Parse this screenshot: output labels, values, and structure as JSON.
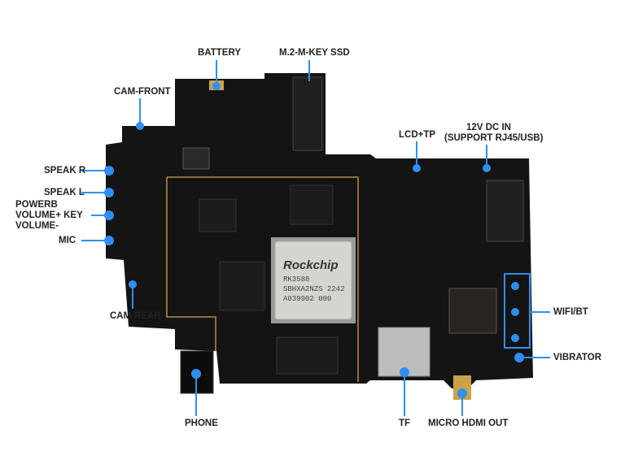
{
  "labels": {
    "battery": "BATTERY",
    "ssd": "M.2-M-KEY SSD",
    "cam_front": "CAM-FRONT",
    "lcd_tp": "LCD+TP",
    "dc_in_1": "12V DC IN",
    "dc_in_2": "(SUPPORT RJ45/USB)",
    "speak_r": "SPEAK R",
    "speak_l": "SPEAK L",
    "key_1": "POWERB",
    "key_2": "VOLUME+ KEY",
    "key_3": "VOLUME-",
    "mic": "MIC",
    "cam_rear": "CAM-REAR",
    "wifi_bt": "WIFI/BT",
    "vibrator": "VIBRATOR",
    "phone": "PHONE",
    "tf": "TF",
    "hdmi": "MICRO HDMI OUT"
  },
  "soc": {
    "brand": "Rockchip",
    "line1": "RK3588",
    "line2": "SBHXA2NZS 2242",
    "line3": "A039902 000"
  },
  "colors": {
    "accent": "#2f8ff0",
    "board": "#141414",
    "trace": "#b8894a"
  }
}
